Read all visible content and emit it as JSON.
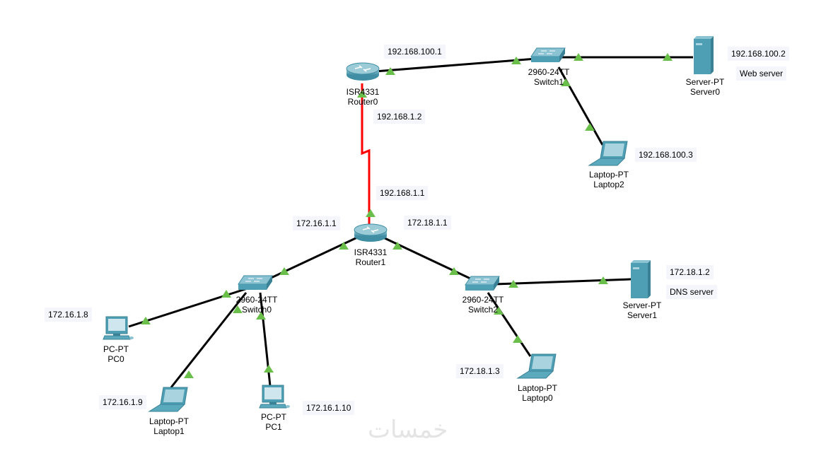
{
  "devices": [
    {
      "id": "router0",
      "type": "router",
      "model": "ISR4331",
      "name": "Router0"
    },
    {
      "id": "router1",
      "type": "router",
      "model": "ISR4331",
      "name": "Router1"
    },
    {
      "id": "switch0",
      "type": "switch",
      "model": "2960-24TT",
      "name": "Switch0"
    },
    {
      "id": "switch1",
      "type": "switch",
      "model": "2960-24TT",
      "name": "Switch1"
    },
    {
      "id": "switch2",
      "type": "switch",
      "model": "2960-24TT",
      "name": "Switch2"
    },
    {
      "id": "server0",
      "type": "server",
      "model": "Server-PT",
      "name": "Server0"
    },
    {
      "id": "server1",
      "type": "server",
      "model": "Server-PT",
      "name": "Server1"
    },
    {
      "id": "laptop0",
      "type": "laptop",
      "model": "Laptop-PT",
      "name": "Laptop0"
    },
    {
      "id": "laptop1",
      "type": "laptop",
      "model": "Laptop-PT",
      "name": "Laptop1"
    },
    {
      "id": "laptop2",
      "type": "laptop",
      "model": "Laptop-PT",
      "name": "Laptop2"
    },
    {
      "id": "pc0",
      "type": "pc",
      "model": "PC-PT",
      "name": "PC0"
    },
    {
      "id": "pc1",
      "type": "pc",
      "model": "PC-PT",
      "name": "PC1"
    }
  ],
  "links": [
    {
      "from": "router0",
      "to": "switch1",
      "kind": "ethernet"
    },
    {
      "from": "switch1",
      "to": "server0",
      "kind": "ethernet"
    },
    {
      "from": "switch1",
      "to": "laptop2",
      "kind": "ethernet"
    },
    {
      "from": "router0",
      "to": "router1",
      "kind": "serial"
    },
    {
      "from": "router1",
      "to": "switch0",
      "kind": "ethernet"
    },
    {
      "from": "router1",
      "to": "switch2",
      "kind": "ethernet"
    },
    {
      "from": "switch0",
      "to": "pc0",
      "kind": "ethernet"
    },
    {
      "from": "switch0",
      "to": "laptop1",
      "kind": "ethernet"
    },
    {
      "from": "switch0",
      "to": "pc1",
      "kind": "ethernet"
    },
    {
      "from": "switch2",
      "to": "server1",
      "kind": "ethernet"
    },
    {
      "from": "switch2",
      "to": "laptop0",
      "kind": "ethernet"
    }
  ],
  "notes": {
    "r0_lan": "192.168.100.1",
    "r0_serial": "192.168.1.2",
    "server0_ip": "192.168.100.2",
    "server0_role": "Web server",
    "laptop2_ip": "192.168.100.3",
    "r1_serial": "192.168.1.1",
    "r1_lan0": "172.16.1.1",
    "r1_lan2": "172.18.1.1",
    "pc0_ip": "172.16.1.8",
    "laptop1_ip": "172.16.1.9",
    "pc1_ip": "172.16.1.10",
    "server1_ip": "172.18.1.2",
    "server1_role": "DNS server",
    "laptop0_ip": "172.18.1.3"
  },
  "colors": {
    "ethernet": "#000000",
    "serial": "#ff0000",
    "link_up": "#6abf4b",
    "device": "#4f9fb4",
    "note_bg": "#f4f6fb"
  },
  "watermark": "خمسات"
}
